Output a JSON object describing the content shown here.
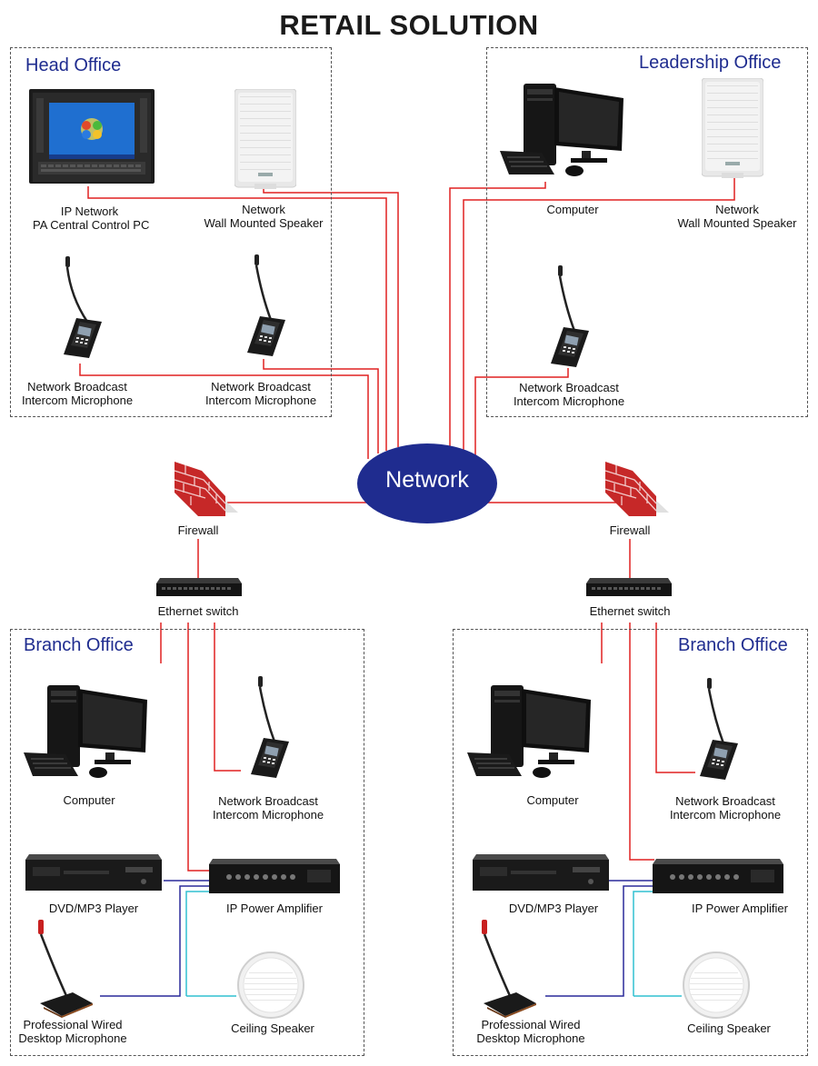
{
  "title": "RETAIL SOLUTION",
  "network_label": "Network",
  "head_office": {
    "title": "Head Office",
    "pc_label": [
      "IP Network",
      "PA Central Control PC"
    ],
    "speaker_label": [
      "Network",
      "Wall Mounted Speaker"
    ],
    "mic1_label": [
      "Network Broadcast",
      "Intercom Microphone"
    ],
    "mic2_label": [
      "Network Broadcast",
      "Intercom Microphone"
    ]
  },
  "leadership_office": {
    "title": "Leadership Office",
    "computer_label": "Computer",
    "speaker_label": [
      "Network",
      "Wall Mounted Speaker"
    ],
    "mic_label": [
      "Network Broadcast",
      "Intercom Microphone"
    ]
  },
  "firewall_left": "Firewall",
  "firewall_right": "Firewall",
  "switch_left": "Ethernet switch",
  "switch_right": "Ethernet switch",
  "branch_left": {
    "title": "Branch Office",
    "computer_label": "Computer",
    "mic_label": [
      "Network Broadcast",
      "Intercom Microphone"
    ],
    "dvd_label": "DVD/MP3 Player",
    "amp_label": "IP Power Amplifier",
    "desk_mic_label": [
      "Professional Wired",
      "Desktop Microphone"
    ],
    "ceiling_label": "Ceiling Speaker"
  },
  "branch_right": {
    "title": "Branch Office",
    "computer_label": "Computer",
    "mic_label": [
      "Network Broadcast",
      "Intercom Microphone"
    ],
    "dvd_label": "DVD/MP3 Player",
    "amp_label": "IP Power Amplifier",
    "desk_mic_label": [
      "Professional Wired",
      "Desktop Microphone"
    ],
    "ceiling_label": "Ceiling Speaker"
  },
  "colors": {
    "network_wire": "#e02020",
    "audio_wire": "#2a2a9a",
    "speaker_wire": "#30c0d0",
    "network_node": "#1f2c8f",
    "box_title": "#1f2c8f"
  }
}
